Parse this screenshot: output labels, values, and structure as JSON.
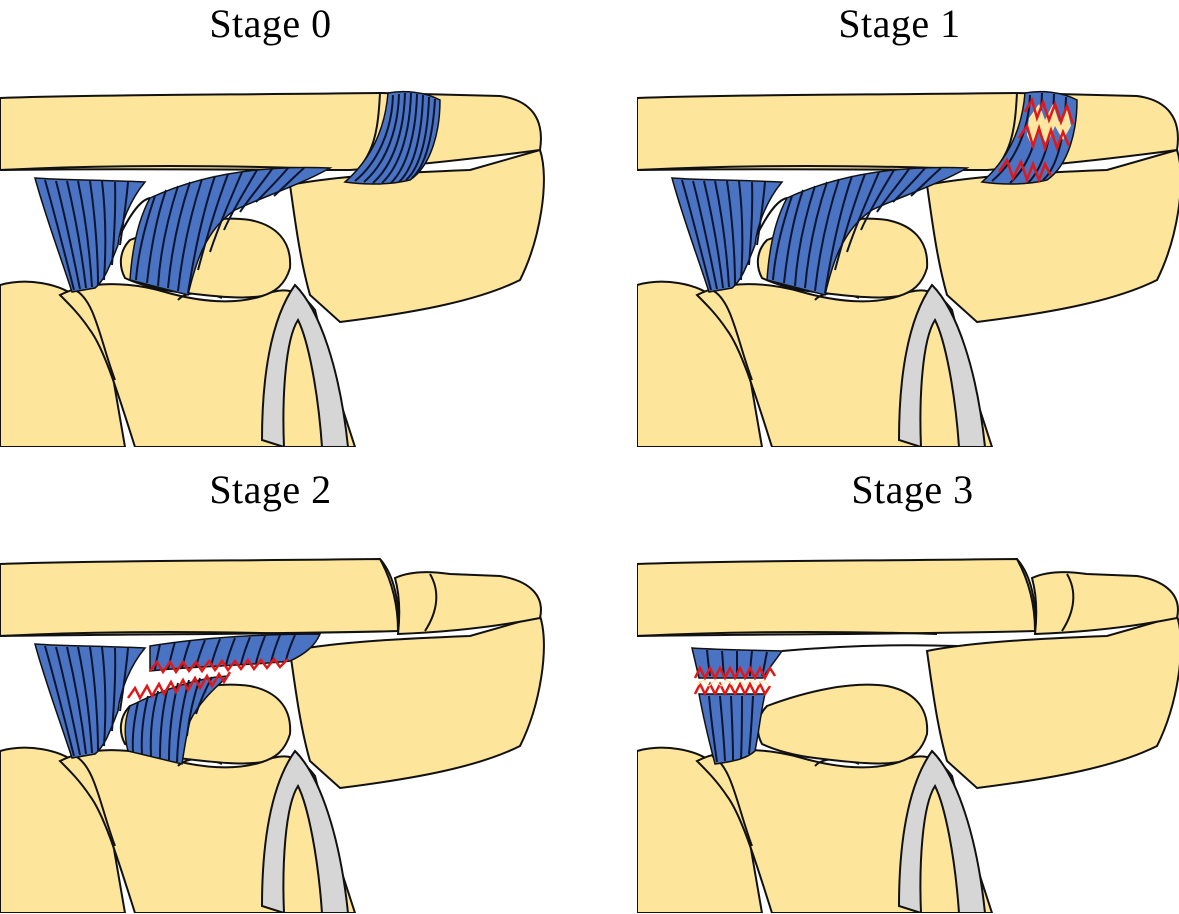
{
  "panels": [
    {
      "title": "Stage 0"
    },
    {
      "title": "Stage 1"
    },
    {
      "title": "Stage 2"
    },
    {
      "title": "Stage 3"
    }
  ],
  "colors": {
    "bone": "#fde59b",
    "ligament": "#4a73c4",
    "ligament_line": "#0a1530",
    "outline": "#111111",
    "tear": "#e01818",
    "tear_highlight": "#ffe7a0",
    "rib": "#d6d6d6"
  }
}
